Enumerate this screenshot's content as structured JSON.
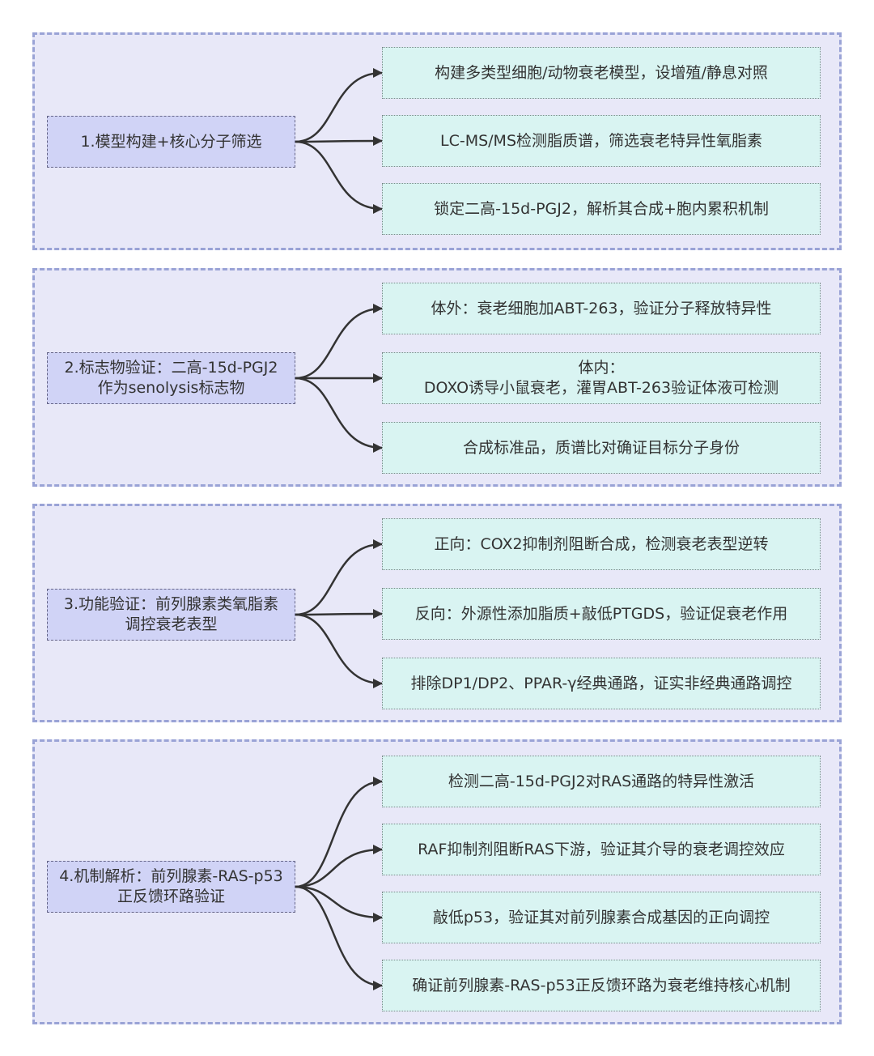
{
  "colors": {
    "group_bg": "#e8e8f8",
    "group_border": "#9aa3d6",
    "left_node_bg": "#d0d3f6",
    "right_node_bg": "#d9f4f2",
    "edge": "#333333"
  },
  "groups": [
    {
      "title": "1.模型构建+核心分子筛选",
      "items": [
        "构建多类型细胞/动物衰老模型，设增殖/静息对照",
        "LC-MS/MS检测脂质谱，筛选衰老特异性氧脂素",
        "锁定二高-15d-PGJ2，解析其合成+胞内累积机制"
      ]
    },
    {
      "title": "2.标志物验证：二高-15d-PGJ2作为senolysis标志物",
      "items": [
        "体外：衰老细胞加ABT-263，验证分子释放特异性",
        "体内：\nDOXO诱导小鼠衰老，灌胃ABT-263验证体液可检测",
        "合成标准品，质谱比对确证目标分子身份"
      ]
    },
    {
      "title": "3.功能验证：前列腺素类氧脂素调控衰老表型",
      "items": [
        "正向：COX2抑制剂阻断合成，检测衰老表型逆转",
        "反向：外源性添加脂质+敲低PTGDS，验证促衰老作用",
        "排除DP1/DP2、PPAR-γ经典通路，证实非经典通路调控"
      ]
    },
    {
      "title": "4.机制解析：前列腺素-RAS-p53正反馈环路验证",
      "items": [
        "检测二高-15d-PGJ2对RAS通路的特异性激活",
        "RAF抑制剂阻断RAS下游，验证其介导的衰老调控效应",
        "敲低p53，验证其对前列腺素合成基因的正向调控",
        "确证前列腺素-RAS-p53正反馈环路为衰老维持核心机制"
      ]
    }
  ]
}
